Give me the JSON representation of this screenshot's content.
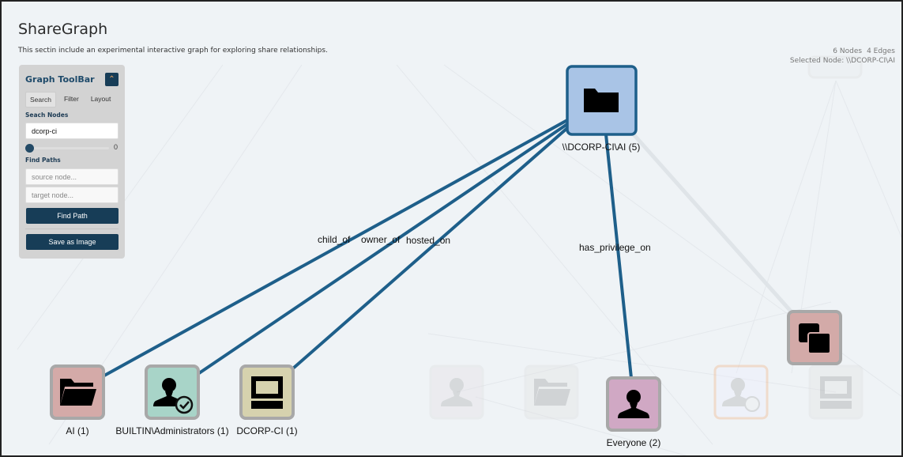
{
  "header": {
    "title": "ShareGraph",
    "description": "This sectin include an experimental interactive graph for exploring share relationships."
  },
  "stats": {
    "nodes": "6 Nodes",
    "edges": "4 Edges",
    "selected": "Selected Node: \\\\DCORP-CI\\AI"
  },
  "toolbar": {
    "title": "Graph ToolBar",
    "collapse_icon": "chevron-up-icon",
    "tabs": [
      {
        "label": "Search",
        "active": true
      },
      {
        "label": "Filter"
      },
      {
        "label": "Layout"
      }
    ],
    "search_label": "Seach Nodes",
    "search_value": "dcorp-ci",
    "slider_value": "0",
    "paths_label": "Find Paths",
    "source_placeholder": "source node...",
    "target_placeholder": "target node...",
    "find_path": "Find Path",
    "save_image": "Save as Image"
  },
  "graph": {
    "nodes": [
      {
        "label": "\\\\DCORP-CI\\AI (5)",
        "icon": "folder-icon",
        "color": "#a9c4e6",
        "selected": true
      },
      {
        "label": "AI (1)",
        "icon": "folder-open-icon",
        "color": "#d4aaa8"
      },
      {
        "label": "BUILTIN\\Administrators (1)",
        "icon": "user-check-icon",
        "color": "#a8d4c8"
      },
      {
        "label": "DCORP-CI (1)",
        "icon": "computer-icon",
        "color": "#d6d2ae"
      },
      {
        "label": "Everyone (2)",
        "icon": "user-icon",
        "color": "#d0a8c4"
      },
      {
        "label": "",
        "icon": "copy-icon",
        "color": "#d3aaa8"
      }
    ],
    "edges": [
      {
        "label": "child_of"
      },
      {
        "label": "owner_of"
      },
      {
        "label": "hosted_on"
      },
      {
        "label": "has_privilege_on"
      }
    ],
    "edge_color": "#1e5f8a"
  }
}
